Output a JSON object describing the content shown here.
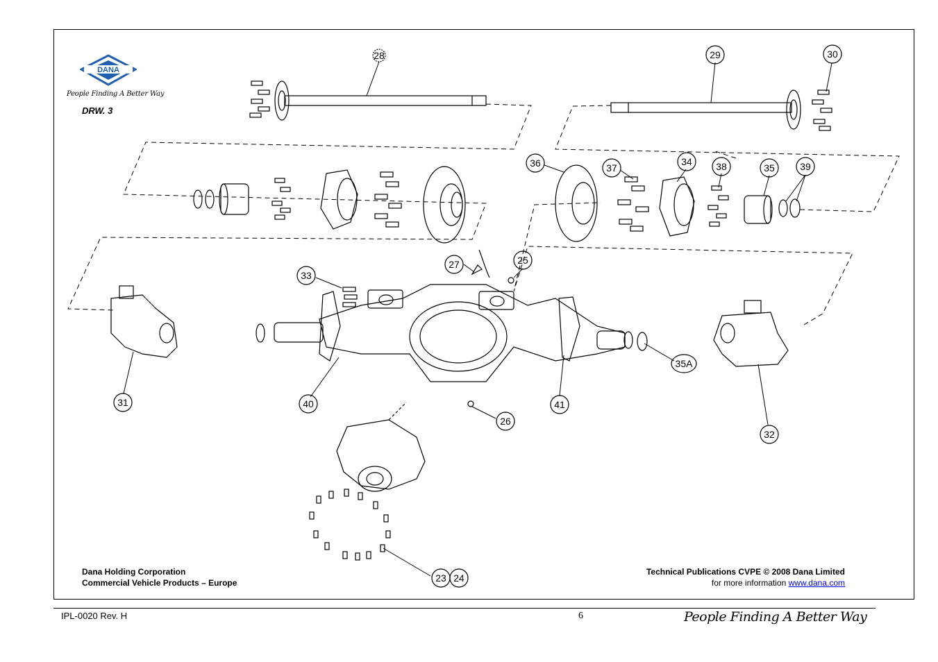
{
  "header": {
    "logo_text": "DANA",
    "tagline": "People Finding A Better Way",
    "drawing_label": "DRW. 3"
  },
  "callouts": [
    "28",
    "29",
    "30",
    "36",
    "37",
    "34",
    "38",
    "35",
    "39",
    "27",
    "25",
    "33",
    "31",
    "40",
    "26",
    "41",
    "35A",
    "32",
    "23",
    "24"
  ],
  "bottom_left": {
    "line1": "Dana Holding Corporation",
    "line2": "Commercial Vehicle Products – Europe"
  },
  "bottom_right": {
    "line1": "Technical Publications CVPE © 2008 Dana Limited",
    "prefix": "for more information ",
    "link_text": "www.dana.com"
  },
  "footer": {
    "doc_id": "IPL-0020 Rev. H",
    "page_number": "6",
    "tagline": "People Finding A Better Way"
  },
  "colors": {
    "logo_blue": "#1f5fae",
    "link": "#0000ee",
    "ink": "#000000"
  }
}
